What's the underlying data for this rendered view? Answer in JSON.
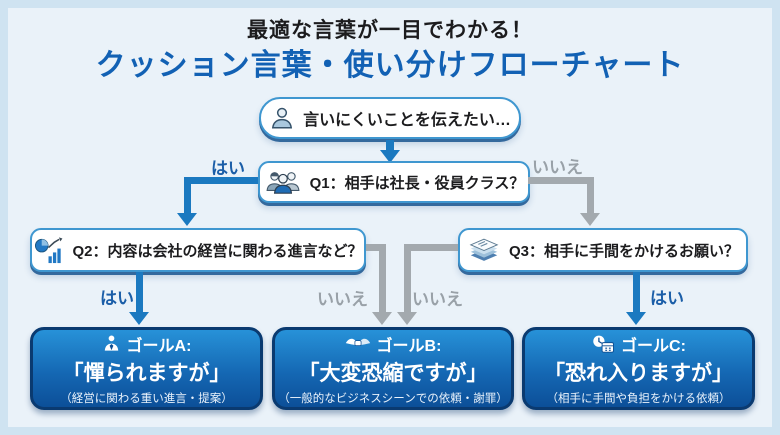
{
  "title": {
    "subtitle": "最適な言葉が一目でわかる！",
    "main": "クッション言葉・使い分けフローチャート"
  },
  "start": {
    "label": "言いにくいことを伝えたい…",
    "icon": "person-icon"
  },
  "questions": [
    {
      "id": "Q1",
      "label": "Q1：相手は社長・役員クラス？",
      "icon": "business-people-icon"
    },
    {
      "id": "Q2",
      "label": "Q2：内容は会社の経営に関わる進言など？",
      "icon": "chart-icon"
    },
    {
      "id": "Q3",
      "label": "Q3：相手に手間をかけるお願い？",
      "icon": "paper-stack-icon"
    }
  ],
  "branch_labels": {
    "yes": "はい",
    "no": "いいえ"
  },
  "goals": [
    {
      "name": "ゴールA:",
      "phrase": "「憚られますが」",
      "note": "（経営に関わる重い進言・提案）",
      "icon": "businessman-icon"
    },
    {
      "name": "ゴールB:",
      "phrase": "「大変恐縮ですが」",
      "note": "（一般的なビジネスシーンでの依頼・謝罪）",
      "icon": "handshake-icon"
    },
    {
      "name": "ゴールC:",
      "phrase": "「恐れ入りますが」",
      "note": "（相手に手間や負担をかける依頼）",
      "icon": "clock-calendar-icon"
    }
  ],
  "colors": {
    "title_blue": "#1261b4",
    "node_border_blue": "#3f97d0",
    "arrow_blue": "#1b79c0",
    "arrow_gray": "#a3a9ae",
    "yes_label": "#1b5ea8",
    "no_label": "#99a1a8",
    "goal_gradient_top": "#2792d8",
    "goal_gradient_bottom": "#0c4f98",
    "goal_border": "#0a3a70",
    "background": "#eaf2f9",
    "frame": "#cfe3f1"
  }
}
